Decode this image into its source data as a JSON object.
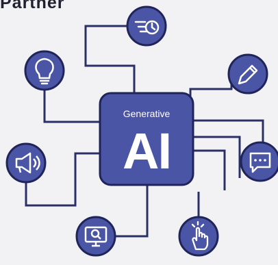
{
  "title": "Partner",
  "core": {
    "small_label": "Generative",
    "big_label": "AI"
  },
  "colors": {
    "node_fill": "#4b55a6",
    "node_stroke": "#1f2459",
    "line": "#2a2f66",
    "core_fill": "#4b55a6",
    "background": "#f2f2f4"
  },
  "nodes": [
    {
      "name": "speed-icon"
    },
    {
      "name": "lightbulb-icon"
    },
    {
      "name": "pencil-icon"
    },
    {
      "name": "megaphone-icon"
    },
    {
      "name": "chat-bubble-icon"
    },
    {
      "name": "monitor-search-icon"
    },
    {
      "name": "tap-hand-icon"
    }
  ]
}
